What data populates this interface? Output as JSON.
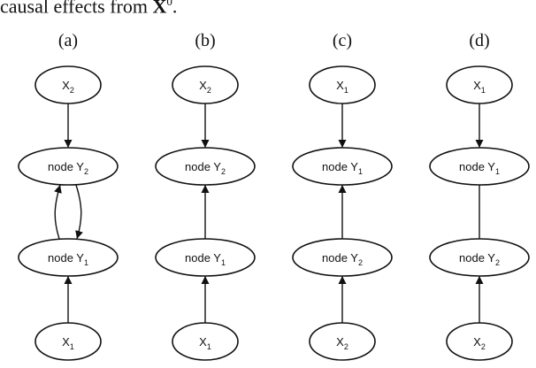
{
  "caption": {
    "prefix": "causal effects from ",
    "bold": "X",
    "sup": "0",
    "suffix": "."
  },
  "panels": [
    {
      "label": "(a)",
      "nodes": [
        {
          "id": "top",
          "base": "X",
          "sub": "2"
        },
        {
          "id": "upper",
          "base": "node Y",
          "sub": "2"
        },
        {
          "id": "lower",
          "base": "node Y",
          "sub": "1"
        },
        {
          "id": "bottom",
          "base": "X",
          "sub": "1"
        }
      ],
      "edges": [
        {
          "from": "top",
          "to": "upper",
          "kind": "arrow"
        },
        {
          "from": "upper",
          "to": "lower",
          "kind": "bidirected"
        },
        {
          "from": "bottom",
          "to": "lower",
          "kind": "arrow"
        }
      ]
    },
    {
      "label": "(b)",
      "nodes": [
        {
          "id": "top",
          "base": "X",
          "sub": "2"
        },
        {
          "id": "upper",
          "base": "node Y",
          "sub": "2"
        },
        {
          "id": "lower",
          "base": "node Y",
          "sub": "1"
        },
        {
          "id": "bottom",
          "base": "X",
          "sub": "1"
        }
      ],
      "edges": [
        {
          "from": "top",
          "to": "upper",
          "kind": "arrow"
        },
        {
          "from": "lower",
          "to": "upper",
          "kind": "arrow"
        },
        {
          "from": "bottom",
          "to": "lower",
          "kind": "arrow"
        }
      ]
    },
    {
      "label": "(c)",
      "nodes": [
        {
          "id": "top",
          "base": "X",
          "sub": "1"
        },
        {
          "id": "upper",
          "base": "node Y",
          "sub": "1"
        },
        {
          "id": "lower",
          "base": "node Y",
          "sub": "2"
        },
        {
          "id": "bottom",
          "base": "X",
          "sub": "2"
        }
      ],
      "edges": [
        {
          "from": "top",
          "to": "upper",
          "kind": "arrow"
        },
        {
          "from": "lower",
          "to": "upper",
          "kind": "arrow"
        },
        {
          "from": "bottom",
          "to": "lower",
          "kind": "arrow"
        }
      ]
    },
    {
      "label": "(d)",
      "nodes": [
        {
          "id": "top",
          "base": "X",
          "sub": "1"
        },
        {
          "id": "upper",
          "base": "node Y",
          "sub": "1"
        },
        {
          "id": "lower",
          "base": "node Y",
          "sub": "2"
        },
        {
          "id": "bottom",
          "base": "X",
          "sub": "2"
        }
      ],
      "edges": [
        {
          "from": "top",
          "to": "upper",
          "kind": "arrow"
        },
        {
          "from": "upper",
          "to": "lower",
          "kind": "line"
        },
        {
          "from": "bottom",
          "to": "lower",
          "kind": "arrow"
        }
      ]
    }
  ]
}
